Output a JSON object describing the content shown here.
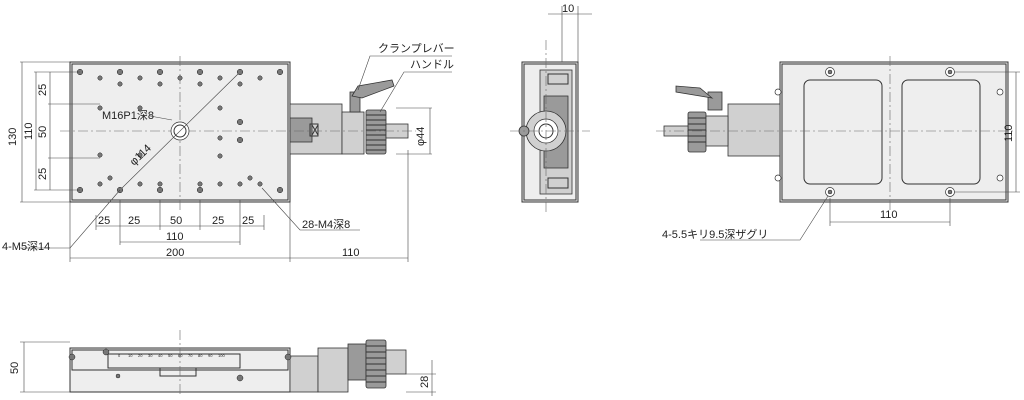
{
  "labels": {
    "clamp_lever": "クランプレバー",
    "handle": "ハンドル",
    "m16": "M16P1深8",
    "m4": "28-M4深8",
    "m5": "4-M5深14",
    "c_bore": "4-5.5キリ9.5深ザグリ",
    "dia114": "φ114",
    "dia44": "φ44"
  },
  "dims": {
    "d10": "10",
    "d130": "130",
    "d110_left": "110",
    "d25_top": "25",
    "d50_mid": "50",
    "d25_bot": "25",
    "b25a": "25",
    "b25b": "25",
    "b50": "50",
    "b25c": "25",
    "b25d": "25",
    "b110": "110",
    "b200": "200",
    "b110_right": "110",
    "right_110_v": "110",
    "right_110_h": "110",
    "side_50": "50",
    "side_28": "28"
  },
  "scale_ticks": [
    "0",
    "10",
    "20",
    "30",
    "40",
    "50",
    "60",
    "70",
    "80",
    "90",
    "100"
  ],
  "colors": {
    "line": "#333333",
    "fill": "#eeeeee",
    "dark": "#9a9a9a"
  }
}
